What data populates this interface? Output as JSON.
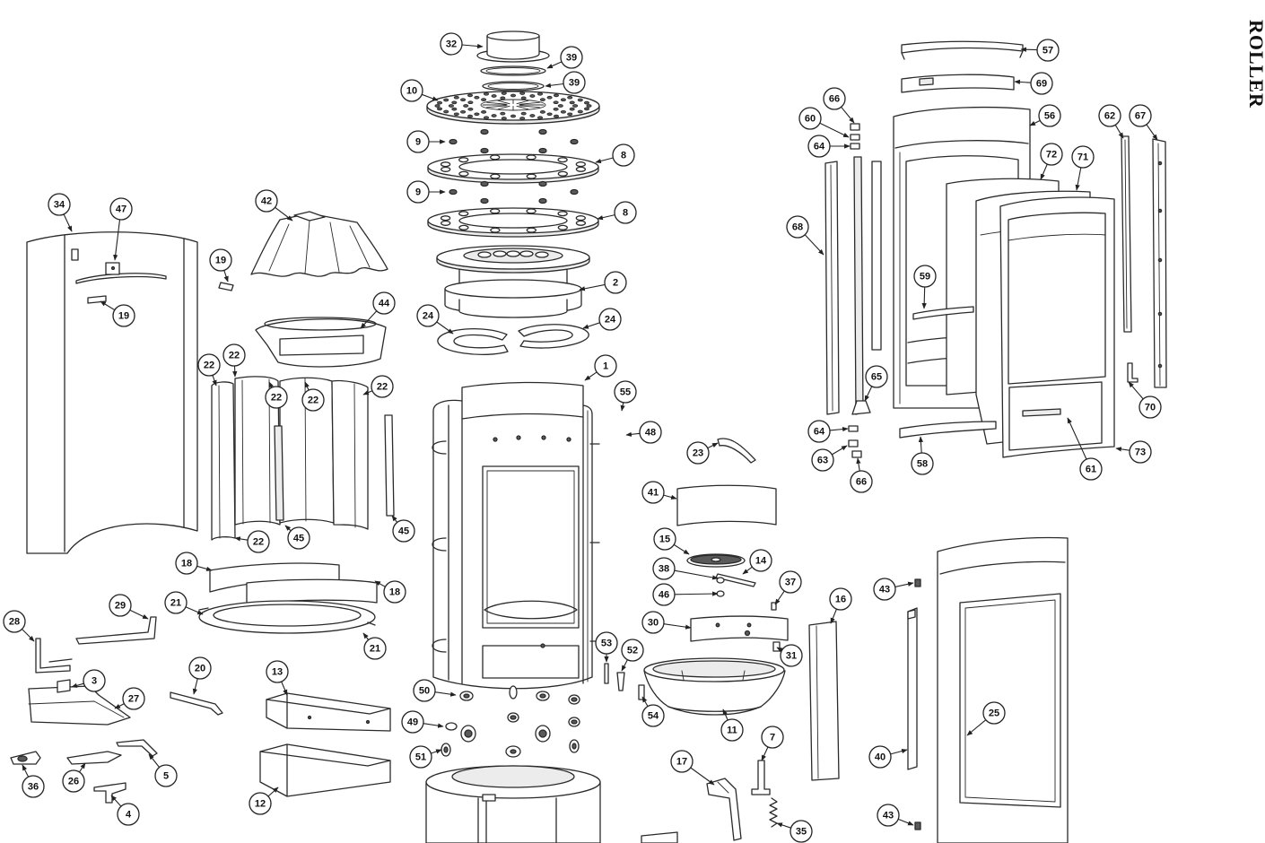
{
  "brand": "ROLLER",
  "callouts": [
    "32",
    "39",
    "39",
    "10",
    "9",
    "8",
    "9",
    "8",
    "2",
    "24",
    "24",
    "1",
    "55",
    "48",
    "23",
    "41",
    "15",
    "14",
    "38",
    "46",
    "37",
    "30",
    "31",
    "11",
    "53",
    "52",
    "54",
    "50",
    "49",
    "51",
    "17",
    "7",
    "35",
    "16",
    "43",
    "25",
    "40",
    "43",
    "34",
    "47",
    "19",
    "19",
    "42",
    "44",
    "22",
    "22",
    "22",
    "22",
    "22",
    "45",
    "22",
    "45",
    "18",
    "18",
    "21",
    "21",
    "28",
    "29",
    "3",
    "27",
    "20",
    "13",
    "12",
    "36",
    "26",
    "4",
    "5",
    "57",
    "69",
    "66",
    "60",
    "56",
    "62",
    "67",
    "64",
    "72",
    "71",
    "68",
    "59",
    "65",
    "70",
    "64",
    "63",
    "66",
    "58",
    "61",
    "73"
  ]
}
